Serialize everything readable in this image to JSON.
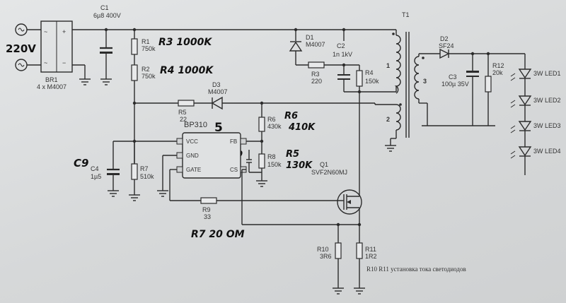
{
  "components": {
    "c1": {
      "ref": "C1",
      "value": "6µ8 400V"
    },
    "t1": {
      "ref": "T1"
    },
    "input": {
      "voltage": "220V"
    },
    "br1": {
      "ref": "BR1",
      "value": "4 x M4007"
    },
    "r1": {
      "ref": "R1",
      "value": "750k"
    },
    "r2": {
      "ref": "R2",
      "value": "750k"
    },
    "d1": {
      "ref": "D1",
      "value": "M4007"
    },
    "c2": {
      "ref": "C2",
      "value": "1n 1kV"
    },
    "r3": {
      "ref": "R3",
      "value": "220"
    },
    "r4": {
      "ref": "R4",
      "value": "150k"
    },
    "d2": {
      "ref": "D2",
      "value": "SF24"
    },
    "c3": {
      "ref": "C3",
      "value": "100µ 35V"
    },
    "r12": {
      "ref": "R12",
      "value": "20k"
    },
    "d3": {
      "ref": "D3",
      "value": "M4007"
    },
    "r5": {
      "ref": "R5",
      "value": "22"
    },
    "r6": {
      "ref": "R6",
      "value": "430k"
    },
    "r8": {
      "ref": "R8",
      "value": "150k"
    },
    "r7": {
      "ref": "R7",
      "value": "510k"
    },
    "c4": {
      "ref": "C4",
      "value": "1µ5"
    },
    "r9": {
      "ref": "R9",
      "value": "33"
    },
    "q1": {
      "ref": "Q1",
      "value": "SVF2N60MJ"
    },
    "r10": {
      "ref": "R10",
      "value": "3R6"
    },
    "r11": {
      "ref": "R11",
      "value": "1R2"
    },
    "ic": {
      "ref": "BP310",
      "pins": {
        "vcc": "VCC",
        "gnd": "GND",
        "gate": "GATE",
        "fb": "FB",
        "cs": "CS"
      }
    }
  },
  "windings": {
    "w1": "1",
    "w2": "2",
    "w3": "3"
  },
  "leds": [
    "3W LED1",
    "3W LED2",
    "3W LED3",
    "3W LED4"
  ],
  "note": "R10 R11 установка тока светодиодов",
  "handwritten": {
    "r3": "R3  1000K",
    "r4": "R4 1000K",
    "ic_digit": "5",
    "r6": "R6",
    "r6_val": "410K",
    "r5": "R5",
    "r5_val": "130K",
    "c9_left": "C9",
    "c9_mid": "C9",
    "r7": "R7 20 OM"
  }
}
